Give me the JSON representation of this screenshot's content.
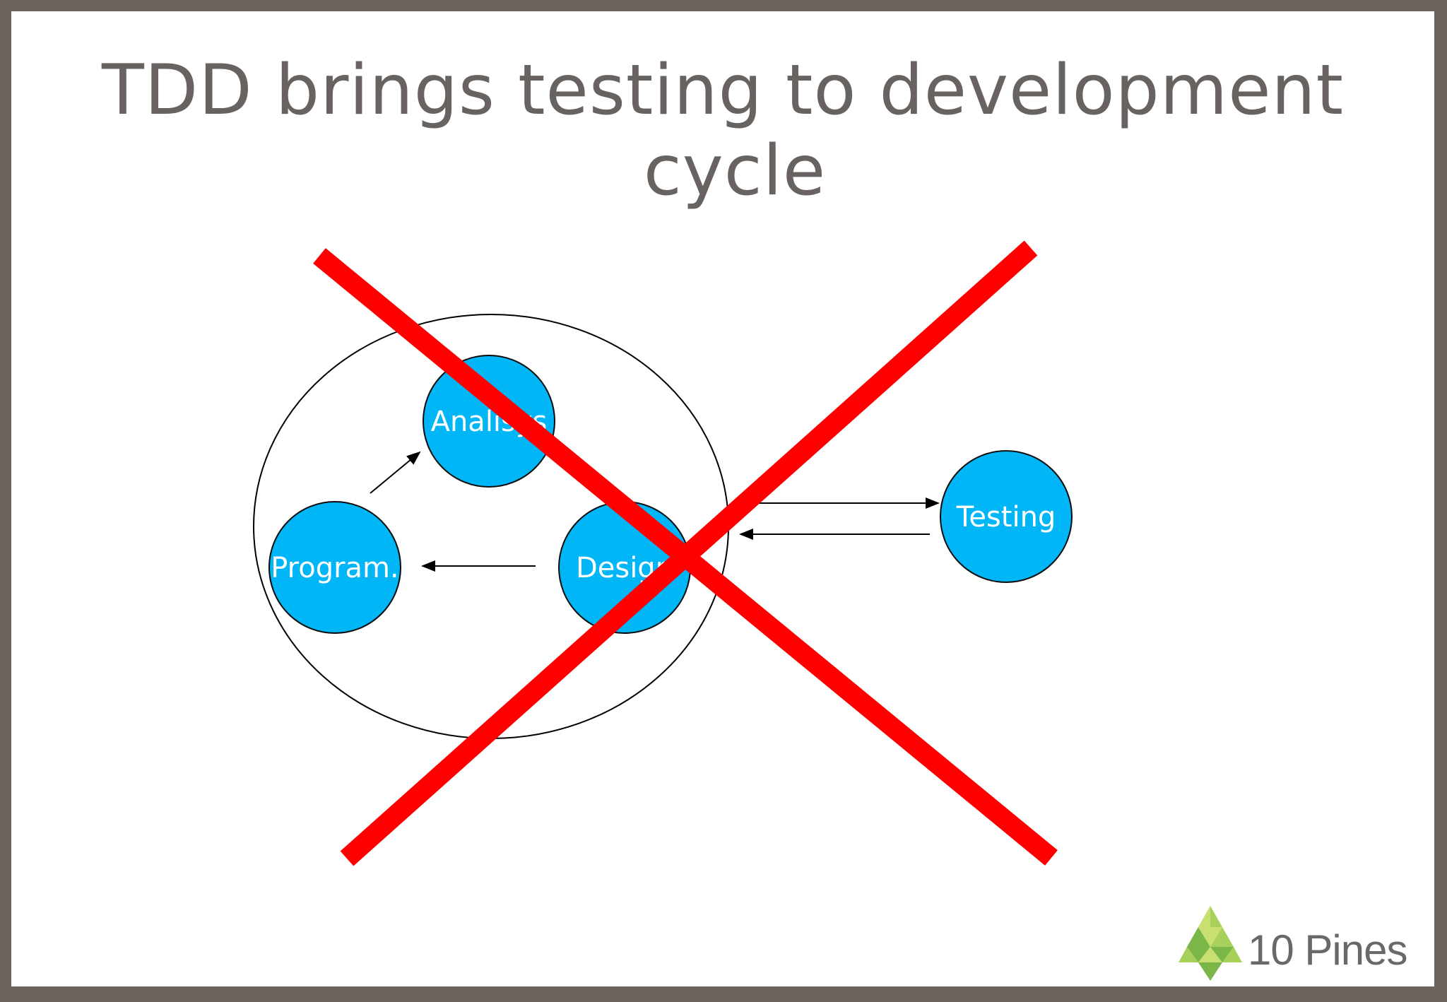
{
  "slide": {
    "title_line1": "TDD brings testing to development",
    "title_line2": "cycle"
  },
  "diagram": {
    "nodes": [
      {
        "id": "analisys",
        "label": "Analisys"
      },
      {
        "id": "program",
        "label": "Program."
      },
      {
        "id": "design",
        "label": "Design"
      },
      {
        "id": "testing",
        "label": "Testing"
      }
    ],
    "node_color": "#00b6f6",
    "cross_color": "#ff0000"
  },
  "logo": {
    "text": "10 Pines",
    "icon": "pine-tree-icon",
    "colors": [
      "#7ab648",
      "#a7d15b",
      "#c8e070"
    ]
  }
}
